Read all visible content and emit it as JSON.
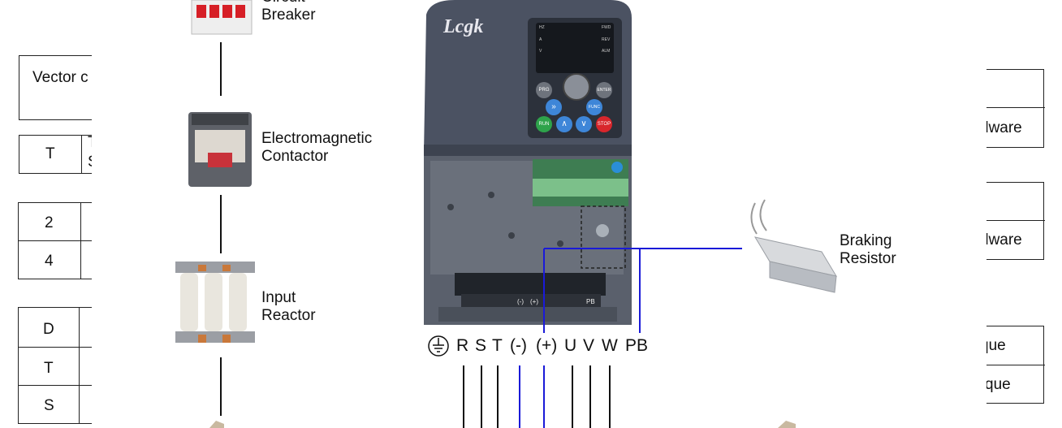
{
  "components": {
    "circuit_breaker": {
      "line1": "Circuit",
      "line2": "Breaker"
    },
    "contactor": {
      "line1": "Electromagnetic",
      "line2": "Contactor"
    },
    "reactor": {
      "line1": "Input",
      "line2": "Reactor"
    },
    "braking_resistor": {
      "line1": "Braking",
      "line2": "Resistor"
    }
  },
  "drive": {
    "brand": "Lcgk",
    "keys": {
      "prg": "PRG",
      "enter": "ENTER",
      "func": "FUNC",
      "run": "RUN",
      "stop": "STOP"
    },
    "led_labels": {
      "hz": "HZ",
      "a": "A",
      "v": "V",
      "fwd": "FWD",
      "rev": "REV",
      "alm": "ALM"
    },
    "terminal_strip": {
      "pb": "PB",
      "neg": "(-)",
      "pos": "(+)"
    }
  },
  "terminals": [
    "R",
    "S",
    "T",
    "(-)",
    "(+)",
    "U",
    "V",
    "W",
    "PB"
  ],
  "left_table": {
    "title_fragment": "Vector c",
    "row_t": "T",
    "row_t_side": "T",
    "row_t_side2": "S",
    "rows_24": [
      "2",
      "4"
    ],
    "rows_dts": [
      "D",
      "T",
      "S"
    ]
  },
  "right_table": {
    "frag1": "dware",
    "frag2": "dware",
    "frag3": "que",
    "frag4": "que"
  },
  "colors": {
    "wire_blue": "#1a1ad8",
    "wire_black": "#111111",
    "drive_body": "#4a5060"
  }
}
